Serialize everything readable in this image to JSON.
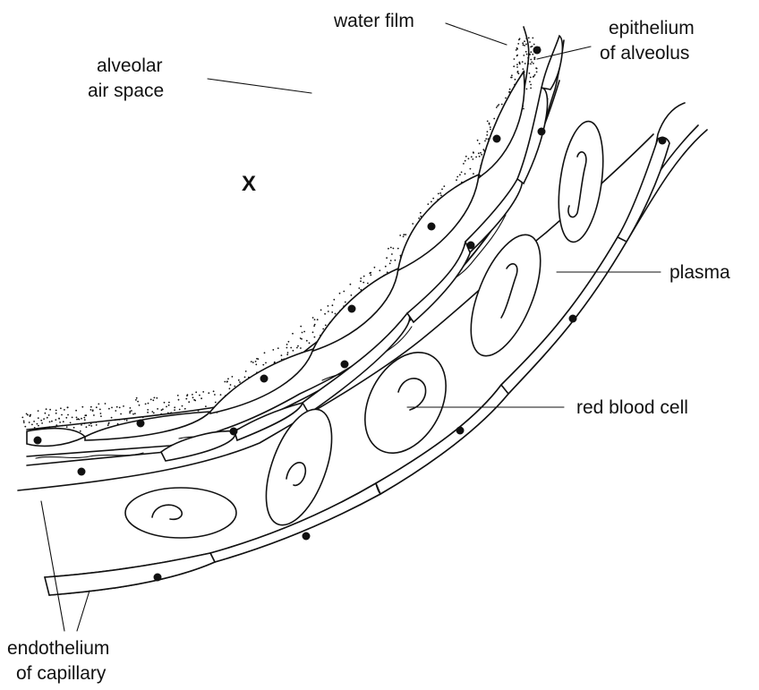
{
  "labels": {
    "water_film": "water film",
    "epithelium_line1": "epithelium",
    "epithelium_line2": "of alveolus",
    "alveolar_line1": "alveolar",
    "alveolar_line2": "air space",
    "x_marker": "X",
    "plasma": "plasma",
    "red_blood_cell": "red blood cell",
    "endothelium_line1": "endothelium",
    "endothelium_line2": "of capillary"
  },
  "colors": {
    "ink": "#111111",
    "background": "#ffffff"
  }
}
